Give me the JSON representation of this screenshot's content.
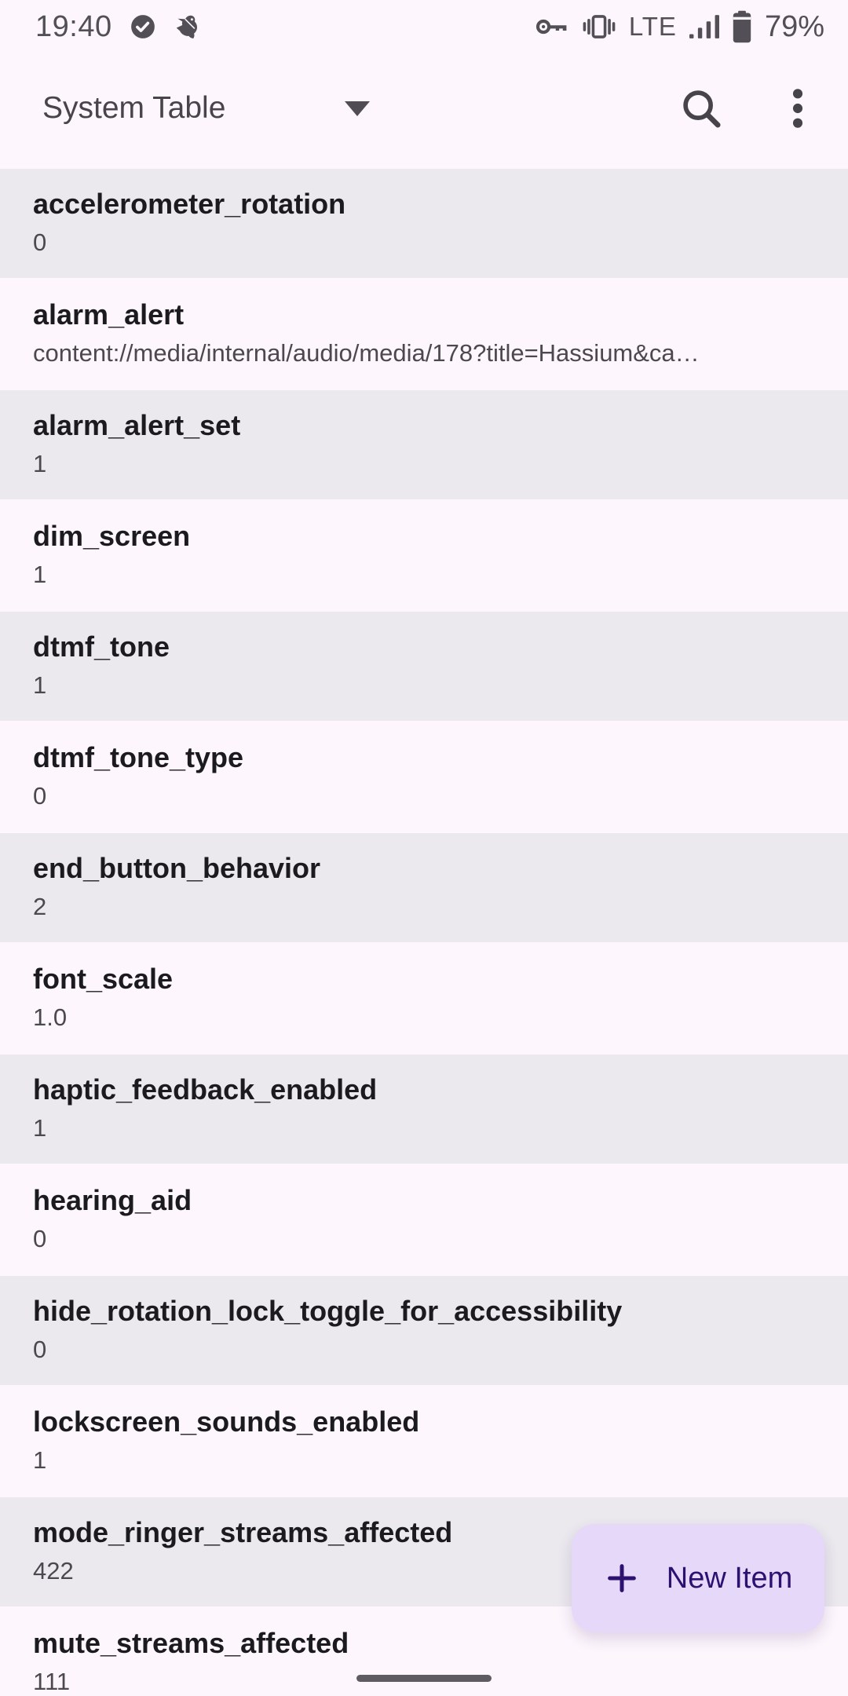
{
  "status_bar": {
    "time": "19:40",
    "network_label": "LTE",
    "battery_percent": "79%",
    "notification_icons": [
      "check-circle-icon",
      "bird-icon"
    ],
    "system_icons": [
      "key-icon",
      "vibrate-icon",
      "signal-icon",
      "battery-icon"
    ]
  },
  "app_bar": {
    "selected_table": "System Table",
    "actions": [
      "search",
      "overflow-menu"
    ]
  },
  "list": {
    "items": [
      {
        "key": "accelerometer_rotation",
        "value": "0"
      },
      {
        "key": "alarm_alert",
        "value": "content://media/internal/audio/media/178?title=Hassium&ca…"
      },
      {
        "key": "alarm_alert_set",
        "value": "1"
      },
      {
        "key": "dim_screen",
        "value": "1"
      },
      {
        "key": "dtmf_tone",
        "value": "1"
      },
      {
        "key": "dtmf_tone_type",
        "value": "0"
      },
      {
        "key": "end_button_behavior",
        "value": "2"
      },
      {
        "key": "font_scale",
        "value": "1.0"
      },
      {
        "key": "haptic_feedback_enabled",
        "value": "1"
      },
      {
        "key": "hearing_aid",
        "value": "0"
      },
      {
        "key": "hide_rotation_lock_toggle_for_accessibility",
        "value": "0"
      },
      {
        "key": "lockscreen_sounds_enabled",
        "value": "1"
      },
      {
        "key": "mode_ringer_streams_affected",
        "value": "422"
      },
      {
        "key": "mute_streams_affected",
        "value": "111"
      }
    ]
  },
  "fab": {
    "label": "New Item",
    "icon": "plus-icon"
  },
  "colors": {
    "background": "#FDF6FC",
    "row_alternate": "#EBE8EE",
    "key_text": "#1B1A1E",
    "value_text": "#4B494F",
    "fab_background": "#E5D8F8",
    "fab_foreground": "#2D1170",
    "status_foreground": "#524F57"
  }
}
